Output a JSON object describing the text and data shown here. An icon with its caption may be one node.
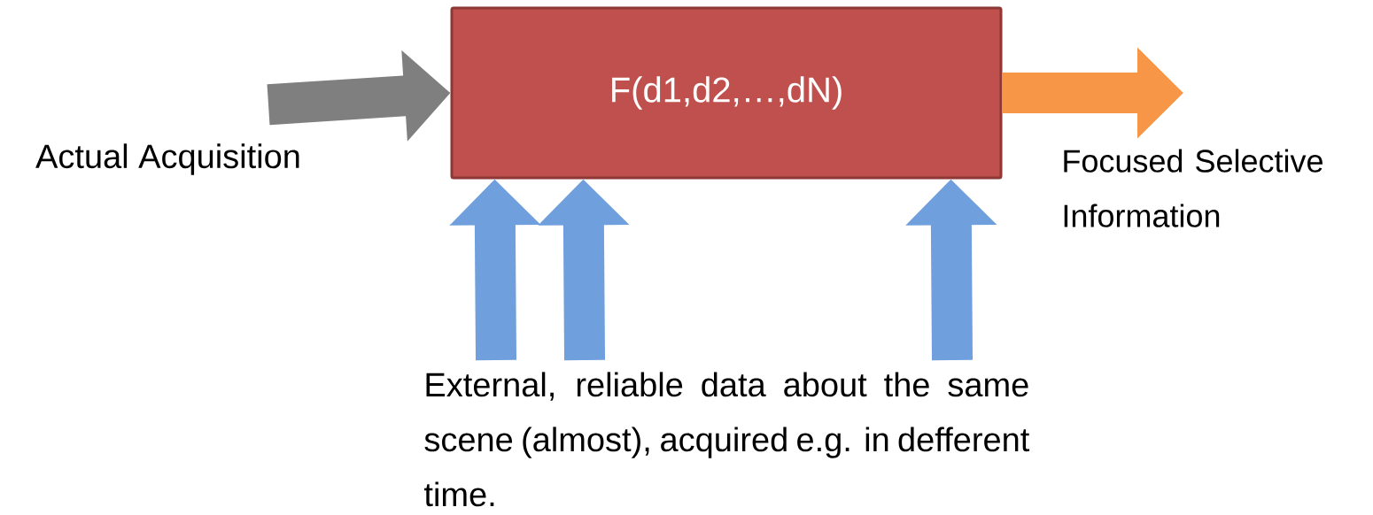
{
  "diagram": {
    "nodes": [
      {
        "text": [
          "Actual Acquisition"
        ]
      },
      {
        "text": [
          "F(d1,d2,…,dN)"
        ]
      },
      {
        "text": [
          "Focused Selective Information"
        ]
      },
      {
        "text": [
          "External, reliable data about the same scene (almost), acquired e.g. in defferent time."
        ]
      }
    ],
    "edges": [
      {
        "from": 0,
        "to": 1,
        "arrow": "to",
        "color": "#7f7f7f"
      },
      {
        "from": 1,
        "to": 2,
        "arrow": "to",
        "color": "#f79646"
      },
      {
        "from": 3,
        "to": 1,
        "arrow": "to"
      },
      {
        "from": 3,
        "to": 1,
        "arrow": "to"
      },
      {
        "from": 3,
        "to": 1,
        "arrow": "to"
      }
    ]
  }
}
